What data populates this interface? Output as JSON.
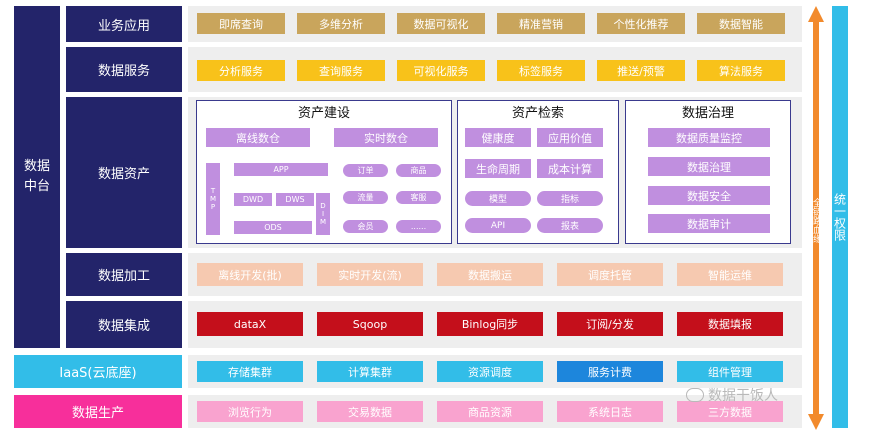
{
  "left_label": "数据\n中台",
  "rows": {
    "business": {
      "label": "业务应用",
      "items": [
        "即席查询",
        "多维分析",
        "数据可视化",
        "精准营销",
        "个性化推荐",
        "数据智能"
      ]
    },
    "services": {
      "label": "数据服务",
      "items": [
        "分析服务",
        "查询服务",
        "可视化服务",
        "标签服务",
        "推送/预警",
        "算法服务"
      ]
    },
    "assets": {
      "label": "数据资产",
      "construction": {
        "title": "资产建设",
        "offline": "离线数仓",
        "realtime": "实时数仓",
        "tmp": "TMP",
        "app": "APP",
        "dwd": "DWD",
        "dws": "DWS",
        "dim": "DIM",
        "ods": "ODS",
        "tags": [
          "订单",
          "商品",
          "流量",
          "客服",
          "会员",
          "......"
        ]
      },
      "search": {
        "title": "资产检索",
        "items": [
          "健康度",
          "应用价值",
          "生命周期",
          "成本计算",
          "模型",
          "指标",
          "API",
          "报表"
        ]
      },
      "governance": {
        "title": "数据治理",
        "items": [
          "数据质量监控",
          "数据治理",
          "数据安全",
          "数据审计"
        ]
      }
    },
    "processing": {
      "label": "数据加工",
      "items": [
        "离线开发(批)",
        "实时开发(流)",
        "数据搬运",
        "调度托管",
        "智能运维"
      ]
    },
    "integration": {
      "label": "数据集成",
      "items": [
        "dataX",
        "Sqoop",
        "Binlog同步",
        "订阅/分发",
        "数据填报"
      ]
    },
    "iaas": {
      "label": "IaaS(云底座)",
      "items": [
        "存储集群",
        "计算集群",
        "资源调度",
        "服务计费",
        "组件管理"
      ]
    },
    "production": {
      "label": "数据生产",
      "items": [
        "浏览行为",
        "交易数据",
        "商品资源",
        "系统日志",
        "三方数据"
      ]
    }
  },
  "right": {
    "lineage": "全链路血缘",
    "permission": "统一权限"
  },
  "watermark": "数据干饭人",
  "colors": {
    "navy": "#23246a",
    "gold": "#c9a55c",
    "yellow": "#f8c21a",
    "lavender": "#c08fdf",
    "peach": "#f6c9b0",
    "red": "#c40f1b",
    "cyan": "#32bde8",
    "pink": "#f72f9b",
    "pink_light": "#f9a3cf",
    "orange": "#f28a2c"
  }
}
